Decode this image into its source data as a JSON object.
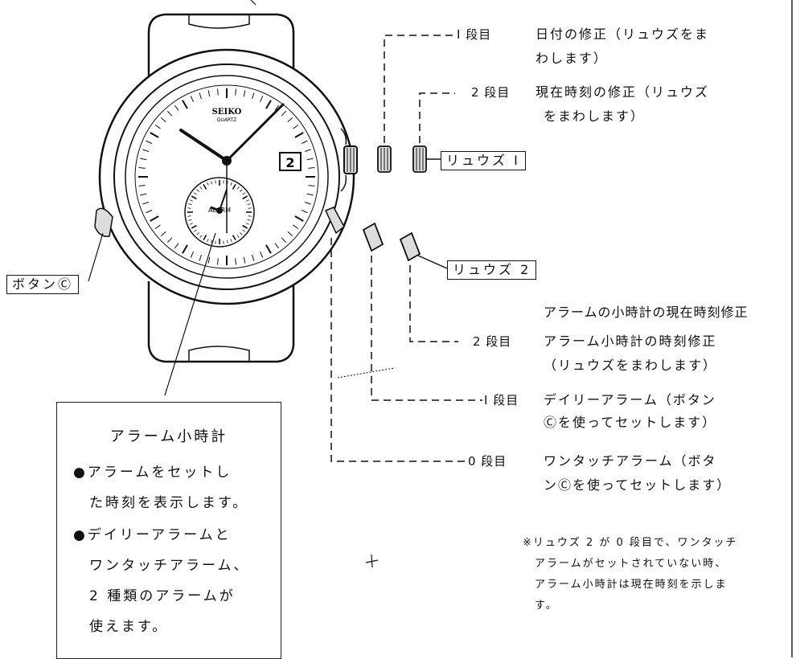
{
  "stages": {
    "s1_date": {
      "label": "Ⅰ 段目",
      "line1": "日付の修正（リュウズをま",
      "line2": "わします）"
    },
    "s2_time": {
      "label": "2 段目",
      "line1": "現在時刻の修正（リュウズ",
      "line2": "をまわします）"
    },
    "alarm_heading": "アラームの小時計の現在時刻修正",
    "s2_alarm": {
      "label": "2 段目",
      "line1": "アラーム小時計の時刻修正",
      "line2": "（リュウズをまわします）"
    },
    "s1_daily": {
      "label": "Ⅰ 段目",
      "line1": "デイリーアラーム（ボタン",
      "line2": "Ⓒを使ってセットします）"
    },
    "s0_onetouch": {
      "label": "0 段目",
      "line1": "ワンタッチアラーム（ボタ",
      "line2": "ンⒸを使ってセットします）"
    }
  },
  "labels": {
    "crown1": "リュウズ Ⅰ",
    "crown2": "リュウズ 2",
    "button_c": "ボタンⒸ"
  },
  "watch": {
    "brand": "SEIKO",
    "sub": "QUARTZ",
    "date": "2",
    "subdial": "ALARM"
  },
  "info_box": {
    "title": "アラーム小時計",
    "lines": [
      "●アラームをセットし",
      "　た時刻を表示します。",
      "●デイリーアラームと",
      "　ワンタッチアラーム、",
      "　2 種類のアラームが",
      "　使えます。"
    ]
  },
  "footnote": {
    "lines": [
      "※リュウズ 2 が 0 段目で、ワンタッチ",
      "　アラームがセットされていない時、",
      "　アラーム小時計は現在時刻を示しま",
      "　す。"
    ]
  }
}
